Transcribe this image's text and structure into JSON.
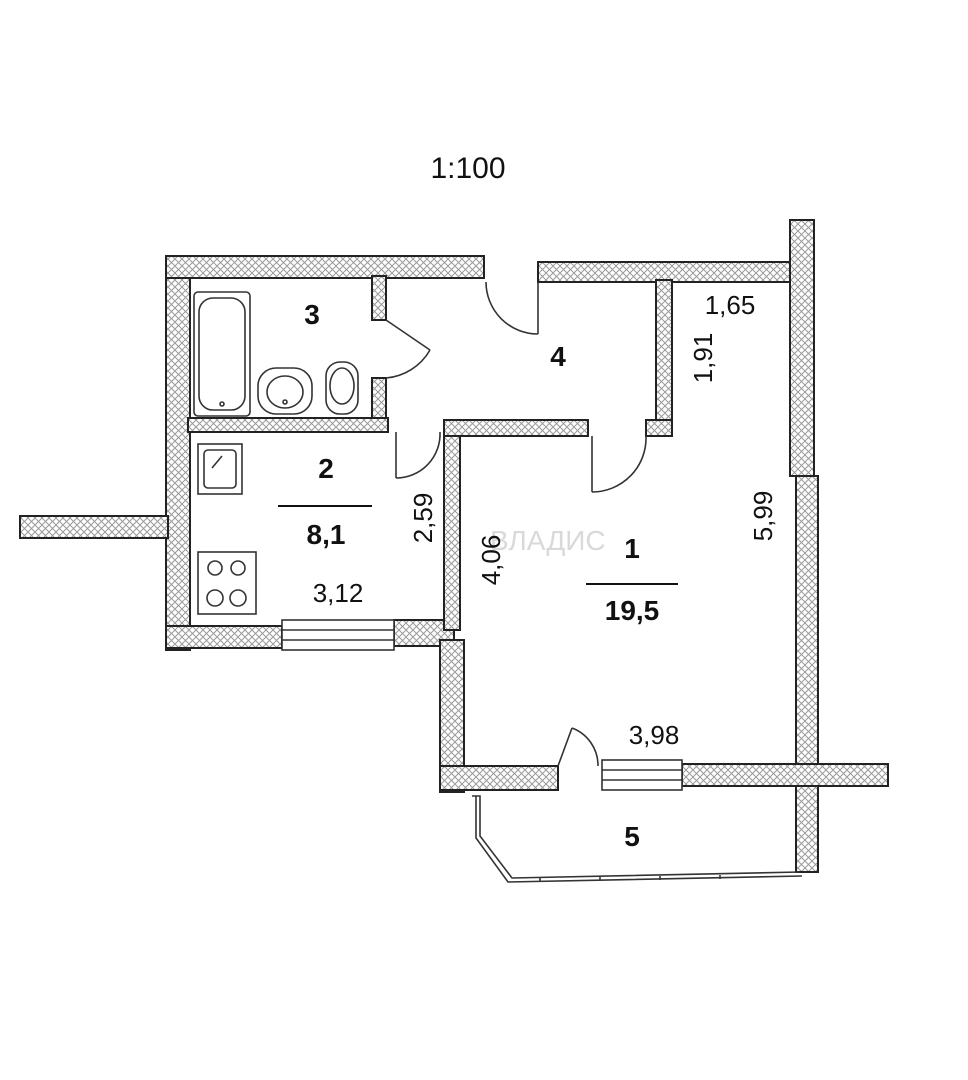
{
  "plan": {
    "scale": "1:100",
    "watermark": "ВЛАДИС",
    "rooms": [
      {
        "number": "1",
        "area": "19,5"
      },
      {
        "number": "2",
        "area": "8,1"
      },
      {
        "number": "3"
      },
      {
        "number": "4"
      },
      {
        "number": "5"
      }
    ],
    "dimensions": {
      "hall_width": "1,65",
      "hall_depth": "1,91",
      "room_length": "5,99",
      "room_depth": "4,06",
      "room_width": "3,98",
      "kitchen_depth": "2,59",
      "kitchen_width": "3,12"
    },
    "colors": {
      "wall_hatch": "#9a9a9a",
      "wall_outline": "#222222"
    }
  }
}
